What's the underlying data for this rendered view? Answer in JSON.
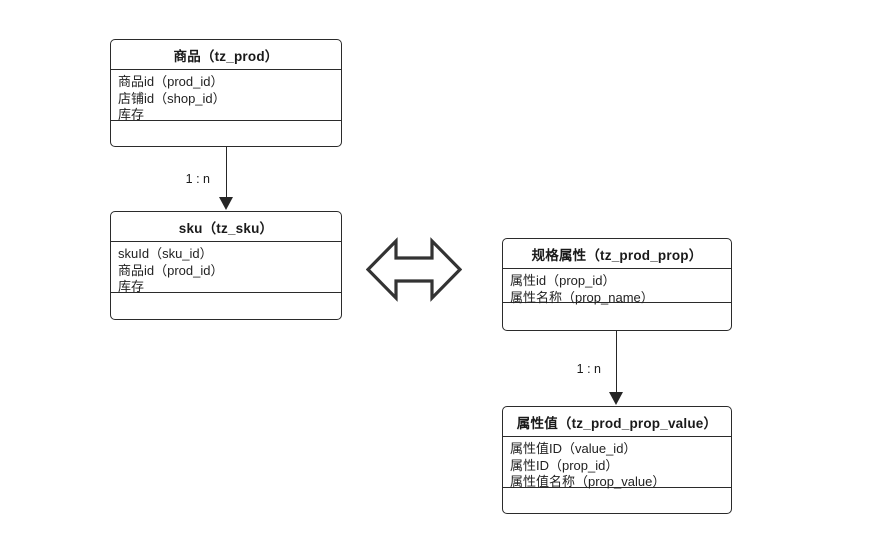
{
  "diagram": {
    "title_note": "",
    "entities": [
      {
        "id": "tz_prod",
        "title": "商品（tz_prod）",
        "attributes": [
          "商品id（prod_id）",
          "店铺id（shop_id）",
          "库存"
        ]
      },
      {
        "id": "tz_sku",
        "title": "sku（tz_sku）",
        "attributes": [
          "skuId（sku_id）",
          "商品id（prod_id）",
          "库存"
        ]
      },
      {
        "id": "tz_prod_prop",
        "title": "规格属性（tz_prod_prop）",
        "attributes": [
          "属性id（prop_id）",
          "属性名称（prop_name）"
        ]
      },
      {
        "id": "tz_prod_prop_value",
        "title": "属性值（tz_prod_prop_value）",
        "attributes": [
          "属性值ID（value_id）",
          "属性ID（prop_id）",
          "属性值名称（prop_value）"
        ]
      }
    ],
    "relations": [
      {
        "from": "tz_prod",
        "to": "tz_sku",
        "label": "1 : n"
      },
      {
        "from": "tz_prod_prop",
        "to": "tz_prod_prop_value",
        "label": "1 : n"
      }
    ],
    "link_symbol": "bidirectional-arrow",
    "colors": {
      "stroke": "#2b2b2b",
      "text": "#1a1a1a",
      "background": "#ffffff"
    }
  }
}
